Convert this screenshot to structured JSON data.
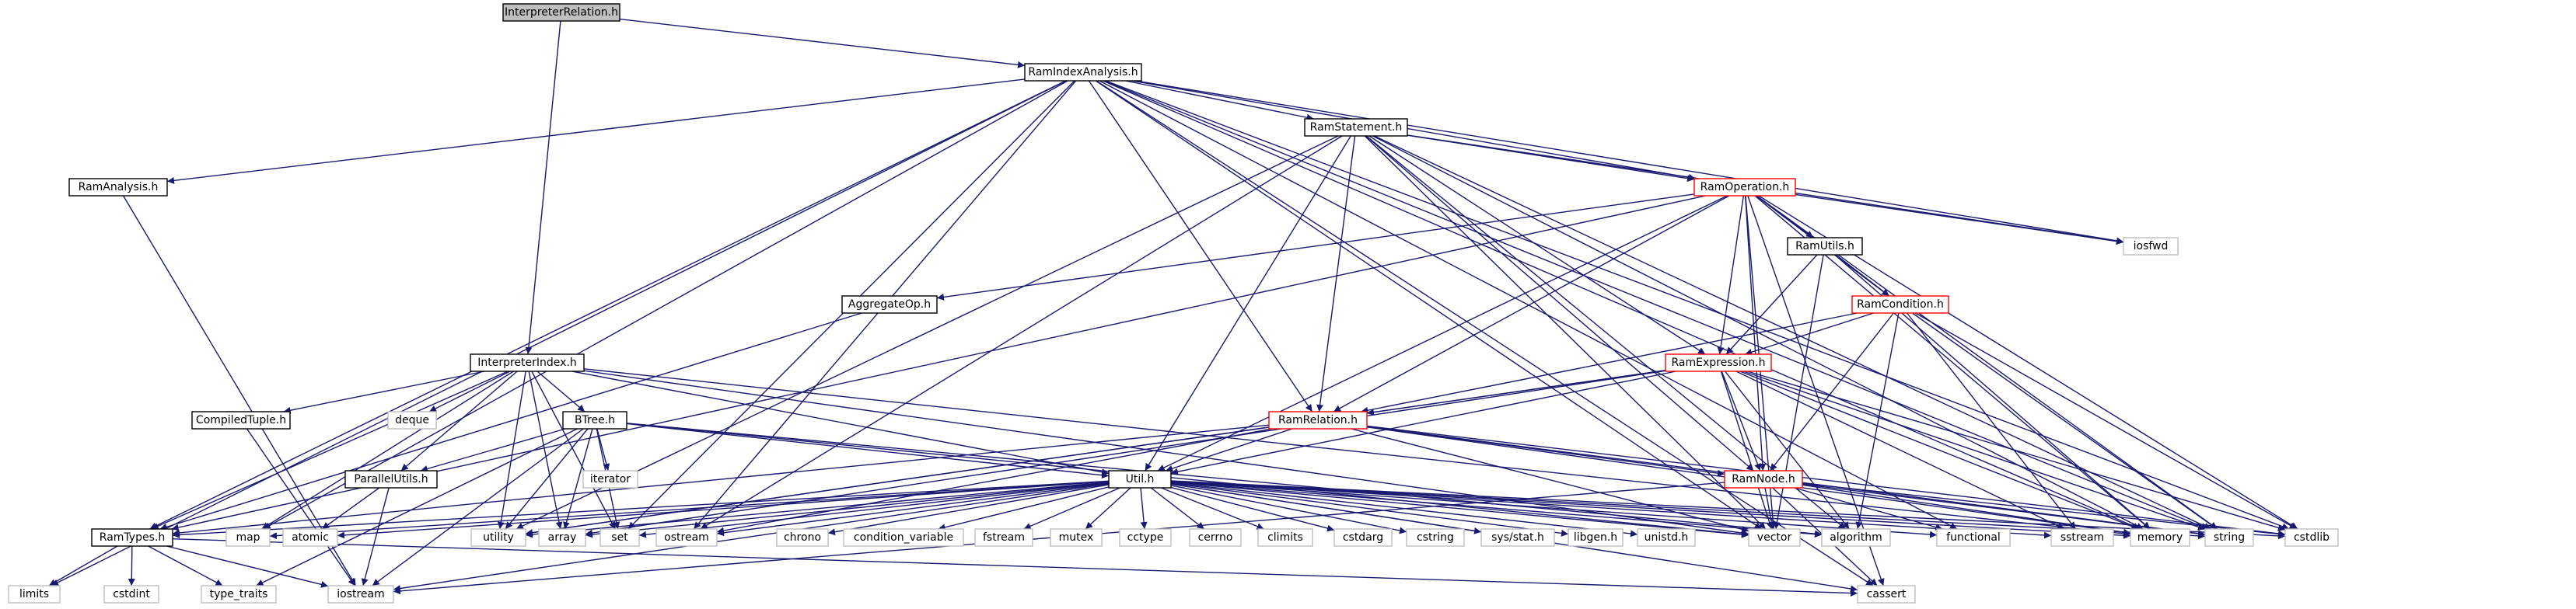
{
  "colors": {
    "edge": "#191970",
    "root_fill": "#bfbfbf",
    "node_border": "#000000",
    "red_border": "#ff0000",
    "external_border": "#bfbfbf",
    "text": "#000000"
  },
  "nodes": {
    "interpreter_relation": {
      "label": "InterpreterRelation.h",
      "style": "root"
    },
    "ram_index_analysis": {
      "label": "RamIndexAnalysis.h",
      "style": "normal"
    },
    "ram_analysis": {
      "label": "RamAnalysis.h",
      "style": "normal"
    },
    "ram_statement": {
      "label": "RamStatement.h",
      "style": "normal"
    },
    "ram_operation": {
      "label": "RamOperation.h",
      "style": "red"
    },
    "iosfwd": {
      "label": "iosfwd",
      "style": "external"
    },
    "ram_utils": {
      "label": "RamUtils.h",
      "style": "normal"
    },
    "aggregate_op": {
      "label": "AggregateOp.h",
      "style": "normal"
    },
    "ram_condition": {
      "label": "RamCondition.h",
      "style": "red"
    },
    "interpreter_index": {
      "label": "InterpreterIndex.h",
      "style": "normal"
    },
    "ram_expression": {
      "label": "RamExpression.h",
      "style": "red"
    },
    "compiled_tuple": {
      "label": "CompiledTuple.h",
      "style": "normal"
    },
    "deque": {
      "label": "deque",
      "style": "external"
    },
    "btree": {
      "label": "BTree.h",
      "style": "normal"
    },
    "ram_relation": {
      "label": "RamRelation.h",
      "style": "red"
    },
    "iterator": {
      "label": "iterator",
      "style": "external"
    },
    "parallel_utils": {
      "label": "ParallelUtils.h",
      "style": "normal"
    },
    "util": {
      "label": "Util.h",
      "style": "normal"
    },
    "ram_node": {
      "label": "RamNode.h",
      "style": "red"
    },
    "ram_types": {
      "label": "RamTypes.h",
      "style": "normal"
    },
    "map": {
      "label": "map",
      "style": "external"
    },
    "atomic": {
      "label": "atomic",
      "style": "external"
    },
    "utility": {
      "label": "utility",
      "style": "external"
    },
    "array": {
      "label": "array",
      "style": "external"
    },
    "set": {
      "label": "set",
      "style": "external"
    },
    "ostream": {
      "label": "ostream",
      "style": "external"
    },
    "chrono": {
      "label": "chrono",
      "style": "external"
    },
    "condition_variable": {
      "label": "condition_variable",
      "style": "external"
    },
    "fstream": {
      "label": "fstream",
      "style": "external"
    },
    "mutex": {
      "label": "mutex",
      "style": "external"
    },
    "cctype": {
      "label": "cctype",
      "style": "external"
    },
    "cerrno": {
      "label": "cerrno",
      "style": "external"
    },
    "climits": {
      "label": "climits",
      "style": "external"
    },
    "cstdarg": {
      "label": "cstdarg",
      "style": "external"
    },
    "cstring": {
      "label": "cstring",
      "style": "external"
    },
    "sys_stat": {
      "label": "sys/stat.h",
      "style": "external"
    },
    "libgen": {
      "label": "libgen.h",
      "style": "external"
    },
    "unistd": {
      "label": "unistd.h",
      "style": "external"
    },
    "vector": {
      "label": "vector",
      "style": "external"
    },
    "algorithm": {
      "label": "algorithm",
      "style": "external"
    },
    "functional": {
      "label": "functional",
      "style": "external"
    },
    "sstream": {
      "label": "sstream",
      "style": "external"
    },
    "memory": {
      "label": "memory",
      "style": "external"
    },
    "string": {
      "label": "string",
      "style": "external"
    },
    "cstdlib": {
      "label": "cstdlib",
      "style": "external"
    },
    "limits": {
      "label": "limits",
      "style": "external"
    },
    "cstdint": {
      "label": "cstdint",
      "style": "external"
    },
    "type_traits": {
      "label": "type_traits",
      "style": "external"
    },
    "iostream": {
      "label": "iostream",
      "style": "external"
    },
    "cassert": {
      "label": "cassert",
      "style": "external"
    }
  },
  "edges": [
    [
      "interpreter_relation",
      "ram_index_analysis"
    ],
    [
      "interpreter_relation",
      "interpreter_index"
    ],
    [
      "ram_index_analysis",
      "ram_analysis"
    ],
    [
      "ram_index_analysis",
      "ram_statement"
    ],
    [
      "ram_index_analysis",
      "ram_operation"
    ],
    [
      "ram_index_analysis",
      "ram_relation"
    ],
    [
      "ram_index_analysis",
      "ram_types"
    ],
    [
      "ram_index_analysis",
      "limits"
    ],
    [
      "ram_index_analysis",
      "map"
    ],
    [
      "ram_index_analysis",
      "set"
    ],
    [
      "ram_index_analysis",
      "ostream"
    ],
    [
      "ram_index_analysis",
      "vector"
    ],
    [
      "ram_index_analysis",
      "iosfwd"
    ],
    [
      "ram_index_analysis",
      "functional"
    ],
    [
      "ram_index_analysis",
      "memory"
    ],
    [
      "ram_index_analysis",
      "string"
    ],
    [
      "ram_index_analysis",
      "cstdlib"
    ],
    [
      "ram_index_analysis",
      "cassert"
    ],
    [
      "ram_analysis",
      "iostream"
    ],
    [
      "ram_statement",
      "ram_operation"
    ],
    [
      "ram_statement",
      "ram_relation"
    ],
    [
      "ram_statement",
      "ram_expression"
    ],
    [
      "ram_statement",
      "ram_node"
    ],
    [
      "ram_statement",
      "util"
    ],
    [
      "ram_statement",
      "utility"
    ],
    [
      "ram_statement",
      "ostream"
    ],
    [
      "ram_statement",
      "vector"
    ],
    [
      "ram_statement",
      "algorithm"
    ],
    [
      "ram_statement",
      "memory"
    ],
    [
      "ram_statement",
      "string"
    ],
    [
      "ram_statement",
      "iosfwd"
    ],
    [
      "ram_operation",
      "ram_utils"
    ],
    [
      "ram_operation",
      "ram_condition"
    ],
    [
      "ram_operation",
      "ram_expression"
    ],
    [
      "ram_operation",
      "ram_relation"
    ],
    [
      "ram_operation",
      "ram_node"
    ],
    [
      "ram_operation",
      "aggregate_op"
    ],
    [
      "ram_operation",
      "util"
    ],
    [
      "ram_operation",
      "ram_types"
    ],
    [
      "ram_operation",
      "iosfwd"
    ],
    [
      "ram_operation",
      "vector"
    ],
    [
      "ram_operation",
      "memory"
    ],
    [
      "ram_operation",
      "string"
    ],
    [
      "ram_operation",
      "cassert"
    ],
    [
      "ram_operation",
      "cstdlib"
    ],
    [
      "ram_utils",
      "ram_condition"
    ],
    [
      "ram_utils",
      "ram_expression"
    ],
    [
      "ram_utils",
      "vector"
    ],
    [
      "ram_utils",
      "memory"
    ],
    [
      "aggregate_op",
      "ram_types"
    ],
    [
      "ram_condition",
      "ram_expression"
    ],
    [
      "ram_condition",
      "ram_relation"
    ],
    [
      "ram_condition",
      "ram_node"
    ],
    [
      "ram_condition",
      "algorithm"
    ],
    [
      "ram_condition",
      "sstream"
    ],
    [
      "ram_condition",
      "string"
    ],
    [
      "ram_condition",
      "cstdlib"
    ],
    [
      "interpreter_index",
      "compiled_tuple"
    ],
    [
      "interpreter_index",
      "deque"
    ],
    [
      "interpreter_index",
      "btree"
    ],
    [
      "interpreter_index",
      "parallel_utils"
    ],
    [
      "interpreter_index",
      "ram_types"
    ],
    [
      "interpreter_index",
      "util"
    ],
    [
      "interpreter_index",
      "map"
    ],
    [
      "interpreter_index",
      "utility"
    ],
    [
      "interpreter_index",
      "array"
    ],
    [
      "interpreter_index",
      "set"
    ],
    [
      "interpreter_index",
      "vector"
    ],
    [
      "interpreter_index",
      "memory"
    ],
    [
      "ram_expression",
      "ram_relation"
    ],
    [
      "ram_expression",
      "ram_node"
    ],
    [
      "ram_expression",
      "util"
    ],
    [
      "ram_expression",
      "utility"
    ],
    [
      "ram_expression",
      "array"
    ],
    [
      "ram_expression",
      "vector"
    ],
    [
      "ram_expression",
      "algorithm"
    ],
    [
      "ram_expression",
      "sstream"
    ],
    [
      "ram_expression",
      "memory"
    ],
    [
      "ram_expression",
      "string"
    ],
    [
      "ram_expression",
      "cstdlib"
    ],
    [
      "compiled_tuple",
      "iostream"
    ],
    [
      "btree",
      "iterator"
    ],
    [
      "btree",
      "parallel_utils"
    ],
    [
      "btree",
      "util"
    ],
    [
      "btree",
      "type_traits"
    ],
    [
      "btree",
      "iostream"
    ],
    [
      "btree",
      "utility"
    ],
    [
      "btree",
      "array"
    ],
    [
      "btree",
      "set"
    ],
    [
      "btree",
      "vector"
    ],
    [
      "btree",
      "algorithm"
    ],
    [
      "ram_relation",
      "ram_node"
    ],
    [
      "ram_relation",
      "util"
    ],
    [
      "ram_relation",
      "ram_types"
    ],
    [
      "ram_relation",
      "utility"
    ],
    [
      "ram_relation",
      "ostream"
    ],
    [
      "ram_relation",
      "vector"
    ],
    [
      "ram_relation",
      "memory"
    ],
    [
      "ram_relation",
      "string"
    ],
    [
      "ram_relation",
      "cstdlib"
    ],
    [
      "parallel_utils",
      "atomic"
    ],
    [
      "parallel_utils",
      "iostream"
    ],
    [
      "ram_node",
      "vector"
    ],
    [
      "ram_node",
      "functional"
    ],
    [
      "ram_node",
      "memory"
    ],
    [
      "ram_node",
      "string"
    ],
    [
      "ram_node",
      "iostream"
    ],
    [
      "ram_node",
      "cassert"
    ],
    [
      "ram_node",
      "cstdlib"
    ],
    [
      "util",
      "ram_types"
    ],
    [
      "util",
      "map"
    ],
    [
      "util",
      "atomic"
    ],
    [
      "util",
      "utility"
    ],
    [
      "util",
      "array"
    ],
    [
      "util",
      "set"
    ],
    [
      "util",
      "ostream"
    ],
    [
      "util",
      "chrono"
    ],
    [
      "util",
      "condition_variable"
    ],
    [
      "util",
      "fstream"
    ],
    [
      "util",
      "mutex"
    ],
    [
      "util",
      "cctype"
    ],
    [
      "util",
      "cerrno"
    ],
    [
      "util",
      "climits"
    ],
    [
      "util",
      "cstdarg"
    ],
    [
      "util",
      "cstring"
    ],
    [
      "util",
      "sys_stat"
    ],
    [
      "util",
      "libgen"
    ],
    [
      "util",
      "unistd"
    ],
    [
      "util",
      "vector"
    ],
    [
      "util",
      "algorithm"
    ],
    [
      "util",
      "functional"
    ],
    [
      "util",
      "sstream"
    ],
    [
      "util",
      "memory"
    ],
    [
      "util",
      "string"
    ],
    [
      "util",
      "cstdlib"
    ],
    [
      "util",
      "iostream"
    ],
    [
      "util",
      "cassert"
    ],
    [
      "ram_types",
      "limits"
    ],
    [
      "ram_types",
      "cstdint"
    ],
    [
      "ram_types",
      "type_traits"
    ],
    [
      "ram_types",
      "iostream"
    ],
    [
      "ram_types",
      "cassert"
    ]
  ]
}
